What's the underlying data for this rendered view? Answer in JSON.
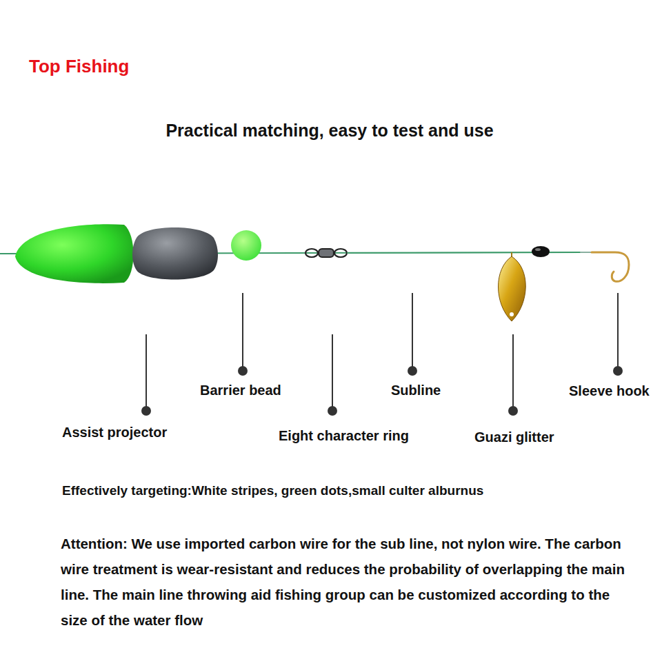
{
  "diagram": {
    "title": "Practical matching, easy to test and use",
    "labels": [
      "Top Fishing",
      "Barrier bead",
      "Subline",
      "Sleeve hook",
      "Assist projector",
      "Eight character ring",
      "Guazi glitter",
      "Effectively targeting:White stripes, green dots,small culter alburnus",
      "Attention: We use imported carbon wire for the sub line, not nylon wire. The carbon wire treatment is wear-resistant and reduces the probability of overlapping the main line. The main line throwing aid fishing group can be customized according to the size of the water flow"
    ]
  }
}
